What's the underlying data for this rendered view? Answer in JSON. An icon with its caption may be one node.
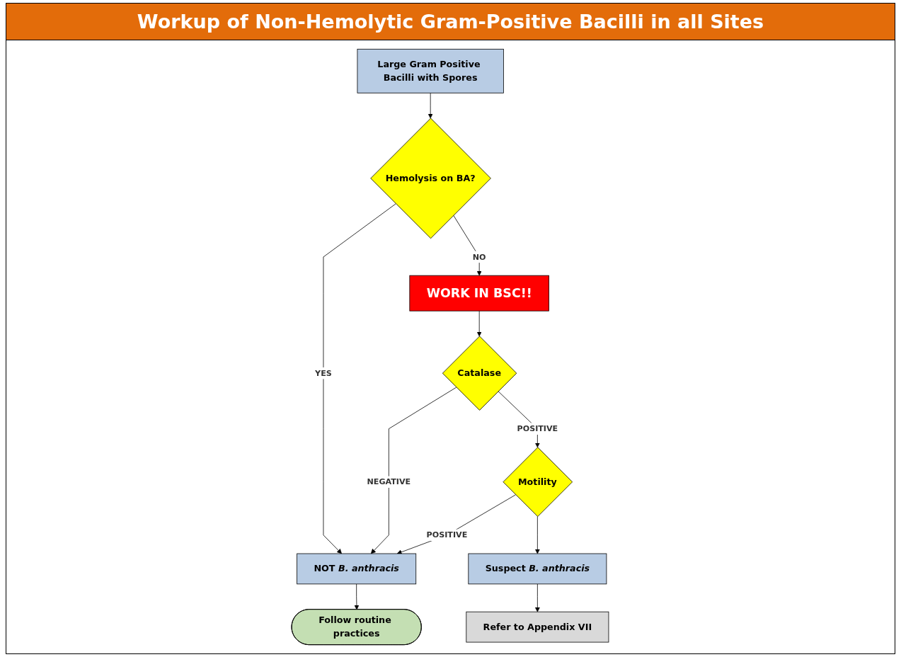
{
  "diagram": {
    "title": "Workup of Non-Hemolytic Gram-Positive Bacilli in all Sites",
    "nodes": [
      {
        "text": [
          "Large Gram Positive Bacilli with Spores"
        ]
      },
      {
        "text": [
          "Hemolysis on BA?"
        ]
      },
      {
        "text": [
          "WORK IN BSC!!"
        ]
      },
      {
        "text": [
          "Catalase"
        ]
      },
      {
        "text": [
          "NOT *B. anthracis*"
        ]
      },
      {
        "text": [
          "Motility"
        ]
      },
      {
        "text": [
          "Follow routine practices"
        ]
      },
      {
        "text": [
          "Suspect *B. anthracis*"
        ]
      },
      {
        "text": [
          "Refer to Appendix VII"
        ]
      }
    ],
    "edges": [
      {
        "from": 0,
        "to": 1,
        "arrow": "to"
      },
      {
        "from": 1,
        "to": 2,
        "label": "NO",
        "arrow": "to"
      },
      {
        "from": 1,
        "to": 4,
        "label": "YES",
        "arrow": "to"
      },
      {
        "from": 2,
        "to": 3,
        "arrow": "to"
      },
      {
        "from": 3,
        "to": 4,
        "label": "NEGATIVE",
        "arrow": "to"
      },
      {
        "from": 3,
        "to": 5,
        "label": "POSITIVE",
        "arrow": "to"
      },
      {
        "from": 5,
        "to": 4,
        "label": "POSITIVE",
        "arrow": "to"
      },
      {
        "from": 4,
        "to": 6,
        "arrow": "to"
      },
      {
        "from": 5,
        "to": 7,
        "arrow": "to"
      },
      {
        "from": 7,
        "to": 8,
        "arrow": "to"
      }
    ]
  }
}
